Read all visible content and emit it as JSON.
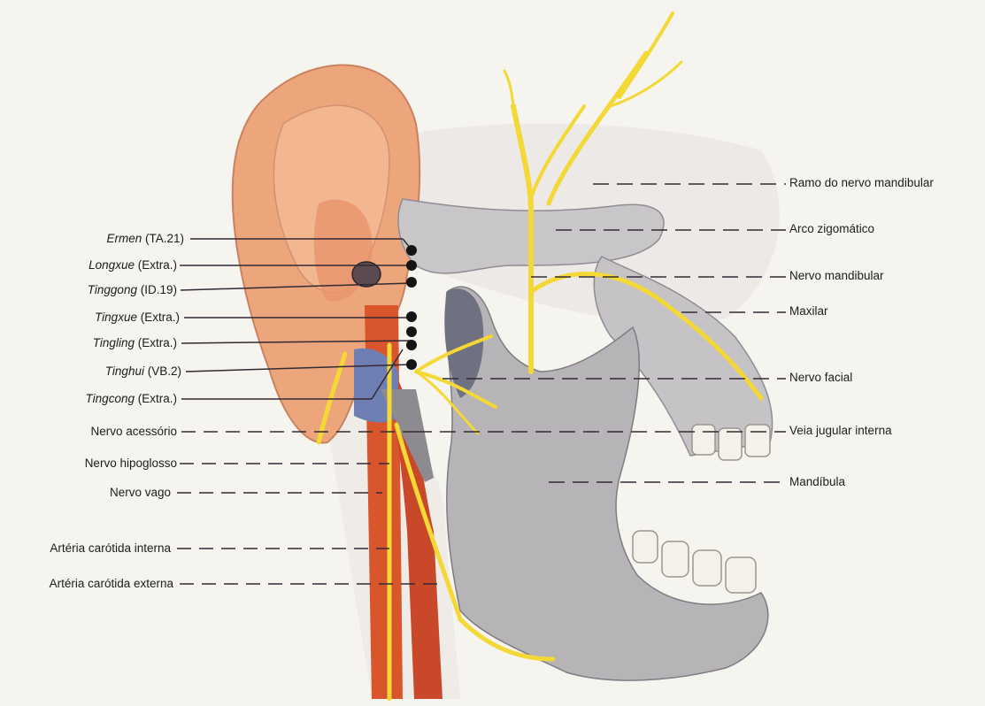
{
  "colors": {
    "background": "#f5f4ee",
    "ear_skin": "#eda67c",
    "nerve": "#f3d836",
    "artery": "#d9562c",
    "vein": "#6f7fb3",
    "bone": "#b7b4b8",
    "acupoint": "#141414",
    "leader_line": "#332a33"
  },
  "labels_left": [
    {
      "point": "Ermen",
      "code": "(TA.21)"
    },
    {
      "point": "Longxue",
      "code": "(Extra.)"
    },
    {
      "point": "Tinggong",
      "code": "(ID.19)"
    },
    {
      "point": "Tingxue",
      "code": "(Extra.)"
    },
    {
      "point": "Tingling",
      "code": "(Extra.)"
    },
    {
      "point": "Tinghui",
      "code": "(VB.2)"
    },
    {
      "point": "Tingcong",
      "code": "(Extra.)"
    },
    {
      "text": "Nervo acessório"
    },
    {
      "text": "Nervo hipoglosso"
    },
    {
      "text": "Nervo vago"
    },
    {
      "text": "Artéria carótida interna"
    },
    {
      "text": "Artéria carótida externa"
    }
  ],
  "labels_right": [
    {
      "text": "Ramo do nervo mandibular"
    },
    {
      "text": "Arco zigomático"
    },
    {
      "text": "Nervo mandibular"
    },
    {
      "text": "Maxilar"
    },
    {
      "text": "Nervo facial"
    },
    {
      "text": "Veia jugular interna"
    },
    {
      "text": "Mandíbula"
    }
  ]
}
